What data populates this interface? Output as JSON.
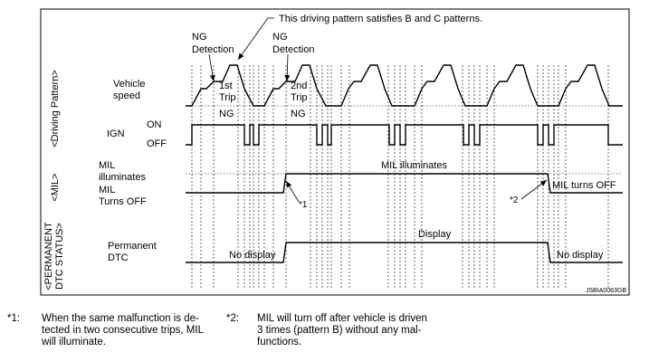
{
  "figure_code": "JSBIA0063GB",
  "top_note": "This driving pattern satisfies B and C patterns.",
  "detections": [
    "NG\nDetection",
    "NG\nDetection"
  ],
  "trip_labels": [
    "1st\nTrip",
    "2nd\nTrip"
  ],
  "ng_labels": [
    "NG",
    "NG"
  ],
  "sections": {
    "driving": "<Driving Pattern>",
    "mil": "<MIL>",
    "dtc": "<PERMANENT\nDTC STATUS>"
  },
  "rows": {
    "vehicle_speed": "Vehicle\nspeed",
    "ign": "IGN",
    "ign_on": "ON",
    "ign_off": "OFF",
    "mil_on": "MIL\nilluminates",
    "mil_off": "MIL\nTurns OFF",
    "permanent_dtc": "Permanent\nDTC"
  },
  "signal_labels": {
    "mil_illuminates": "MIL illuminates",
    "mil_turns_off": "MIL turns OFF",
    "no_display_left": "No display",
    "display": "Display",
    "no_display_right": "No display"
  },
  "markers": [
    "*1",
    "*2"
  ],
  "notes": [
    {
      "mark": "*1:",
      "text": "When the same malfunction is de-\ntected in two consecutive trips, MIL\nwill illuminate."
    },
    {
      "mark": "*2:",
      "text": "MIL will turn off after vehicle is driven\n3 times (pattern B) without any mal-\nfunctions."
    }
  ]
}
